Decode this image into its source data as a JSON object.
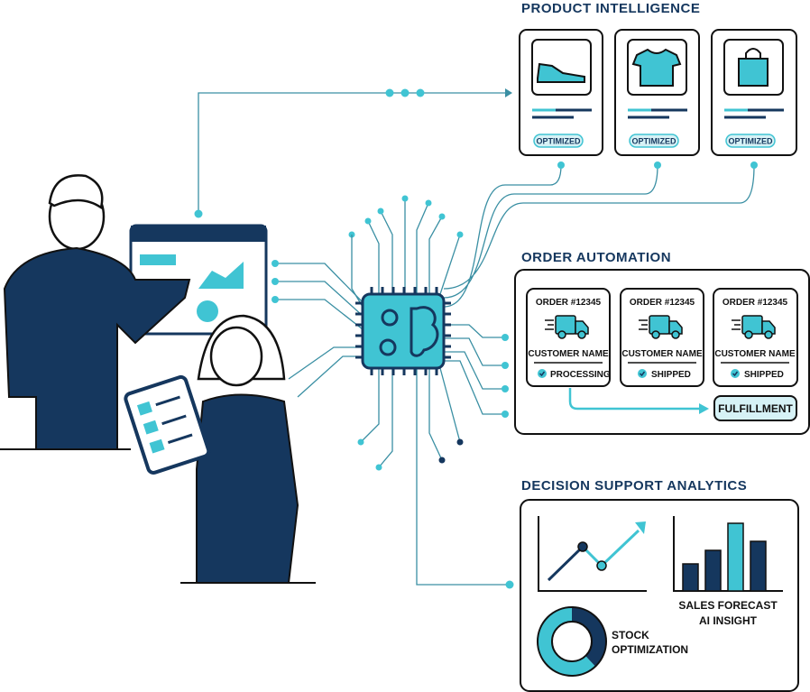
{
  "sections": {
    "product_intelligence": {
      "title": "PRODUCT INTELLIGENCE",
      "cards": [
        {
          "icon": "sneaker-icon",
          "badge": "OPTIMIZED"
        },
        {
          "icon": "tshirt-icon",
          "badge": "OPTIMIZED"
        },
        {
          "icon": "shopping-bag-icon",
          "badge": "OPTIMIZED"
        }
      ]
    },
    "order_automation": {
      "title": "ORDER AUTOMATION",
      "orders": [
        {
          "order": "ORDER #12345",
          "customer": "CUSTOMER NAME",
          "status": "PROCESSING"
        },
        {
          "order": "ORDER #12345",
          "customer": "CUSTOMER NAME",
          "status": "SHIPPED"
        },
        {
          "order": "ORDER #12345",
          "customer": "CUSTOMER NAME",
          "status": "SHIPPED"
        }
      ],
      "fulfillment": "FULFILLMENT"
    },
    "decision_support": {
      "title": "DECISION SUPPORT ANALYTICS",
      "sales_label_1": "SALES FORECAST",
      "sales_label_2": "AI INSIGHT",
      "stock_label_1": "STOCK",
      "stock_label_2": "OPTIMIZATION",
      "bar_values": [
        3,
        4.5,
        7.5,
        5.5
      ],
      "donut_fraction_dark": 0.38
    }
  },
  "colors": {
    "navy": "#15375e",
    "teal": "#40c4d3",
    "light_teal": "#d6f2f6"
  }
}
